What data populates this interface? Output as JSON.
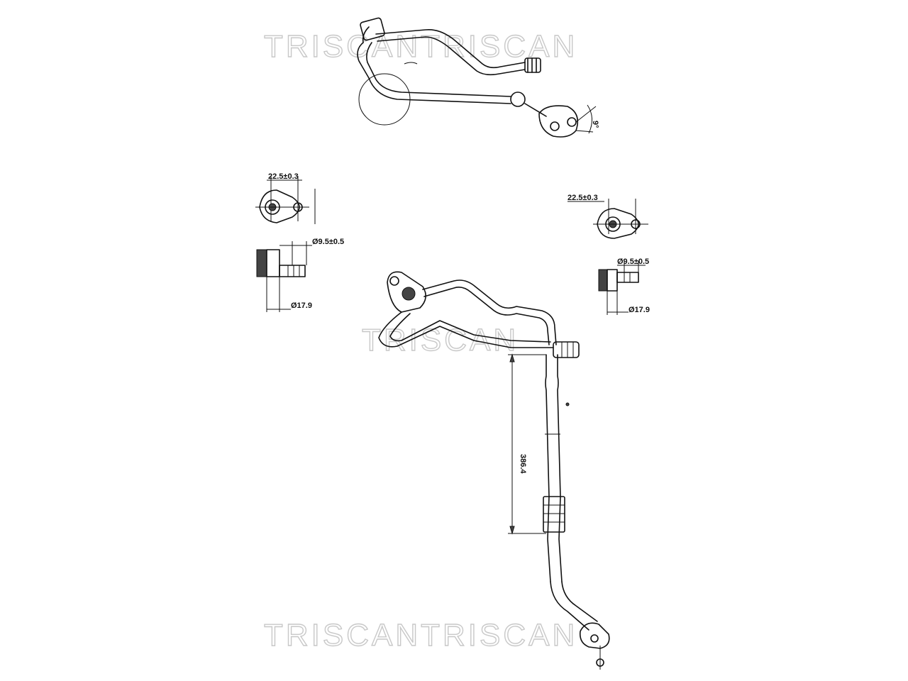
{
  "watermarks": {
    "top": "TRISCANTRISCAN",
    "middle": "TRISCAN",
    "bottom": "TRISCANTRISCAN"
  },
  "dimensions": {
    "top_angle": "9°",
    "left_width": "22.5±0.3",
    "left_bore": "Ø9.5±0.5",
    "left_outer": "Ø17.9",
    "right_width": "22.5±0.3",
    "right_bore": "Ø9.5±0.5",
    "right_outer": "Ø17.9",
    "length": "386.4"
  }
}
